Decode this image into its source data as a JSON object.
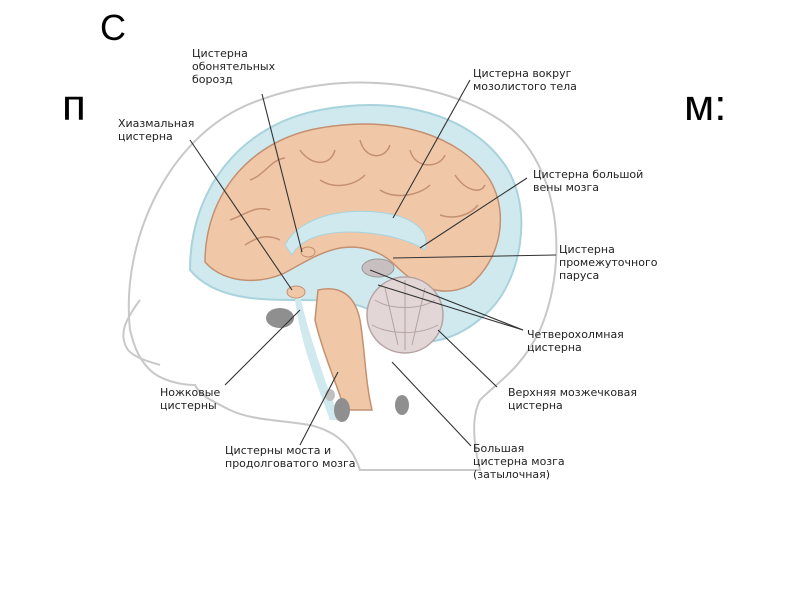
{
  "slide": {
    "title_fragment_top": "С",
    "title_fragment_left": "п",
    "title_fragment_right": "м:"
  },
  "labels": {
    "olfactory": "Цистерна\nобонятельных\nборозд",
    "chiasmal": "Хиазмальная\nцистерна",
    "callosal": "Цистерна  вокруг\nмозолистого тела",
    "great_vein": "Цистерна большой\nвены мозга",
    "velum": "Цистерна\nпромежуточного\nпаруса",
    "quadrigeminal": "Четверохолмная\nцистерна",
    "peduncular": "Ножковые\nцистерны",
    "superior_cerebellar": "Верхняя мозжечковая\nцистерна",
    "pons_medulla": "Цистерны моста и\nпродолговатого мозга",
    "cisterna_magna": "Большая\nцистерна мозга\n(затылочная)"
  },
  "colors": {
    "skin": "#ffffff",
    "skin_outline": "#c8c8c8",
    "csf": "#cfe9ee",
    "csf_outline": "#a9d3dc",
    "brain": "#f0c8a8",
    "gyri": "#c49070",
    "cerebellum": "#e2d6d6",
    "bone_gray": "#c0c0c0",
    "dark_gray": "#8f8f8f",
    "leader_line": "#333333"
  }
}
